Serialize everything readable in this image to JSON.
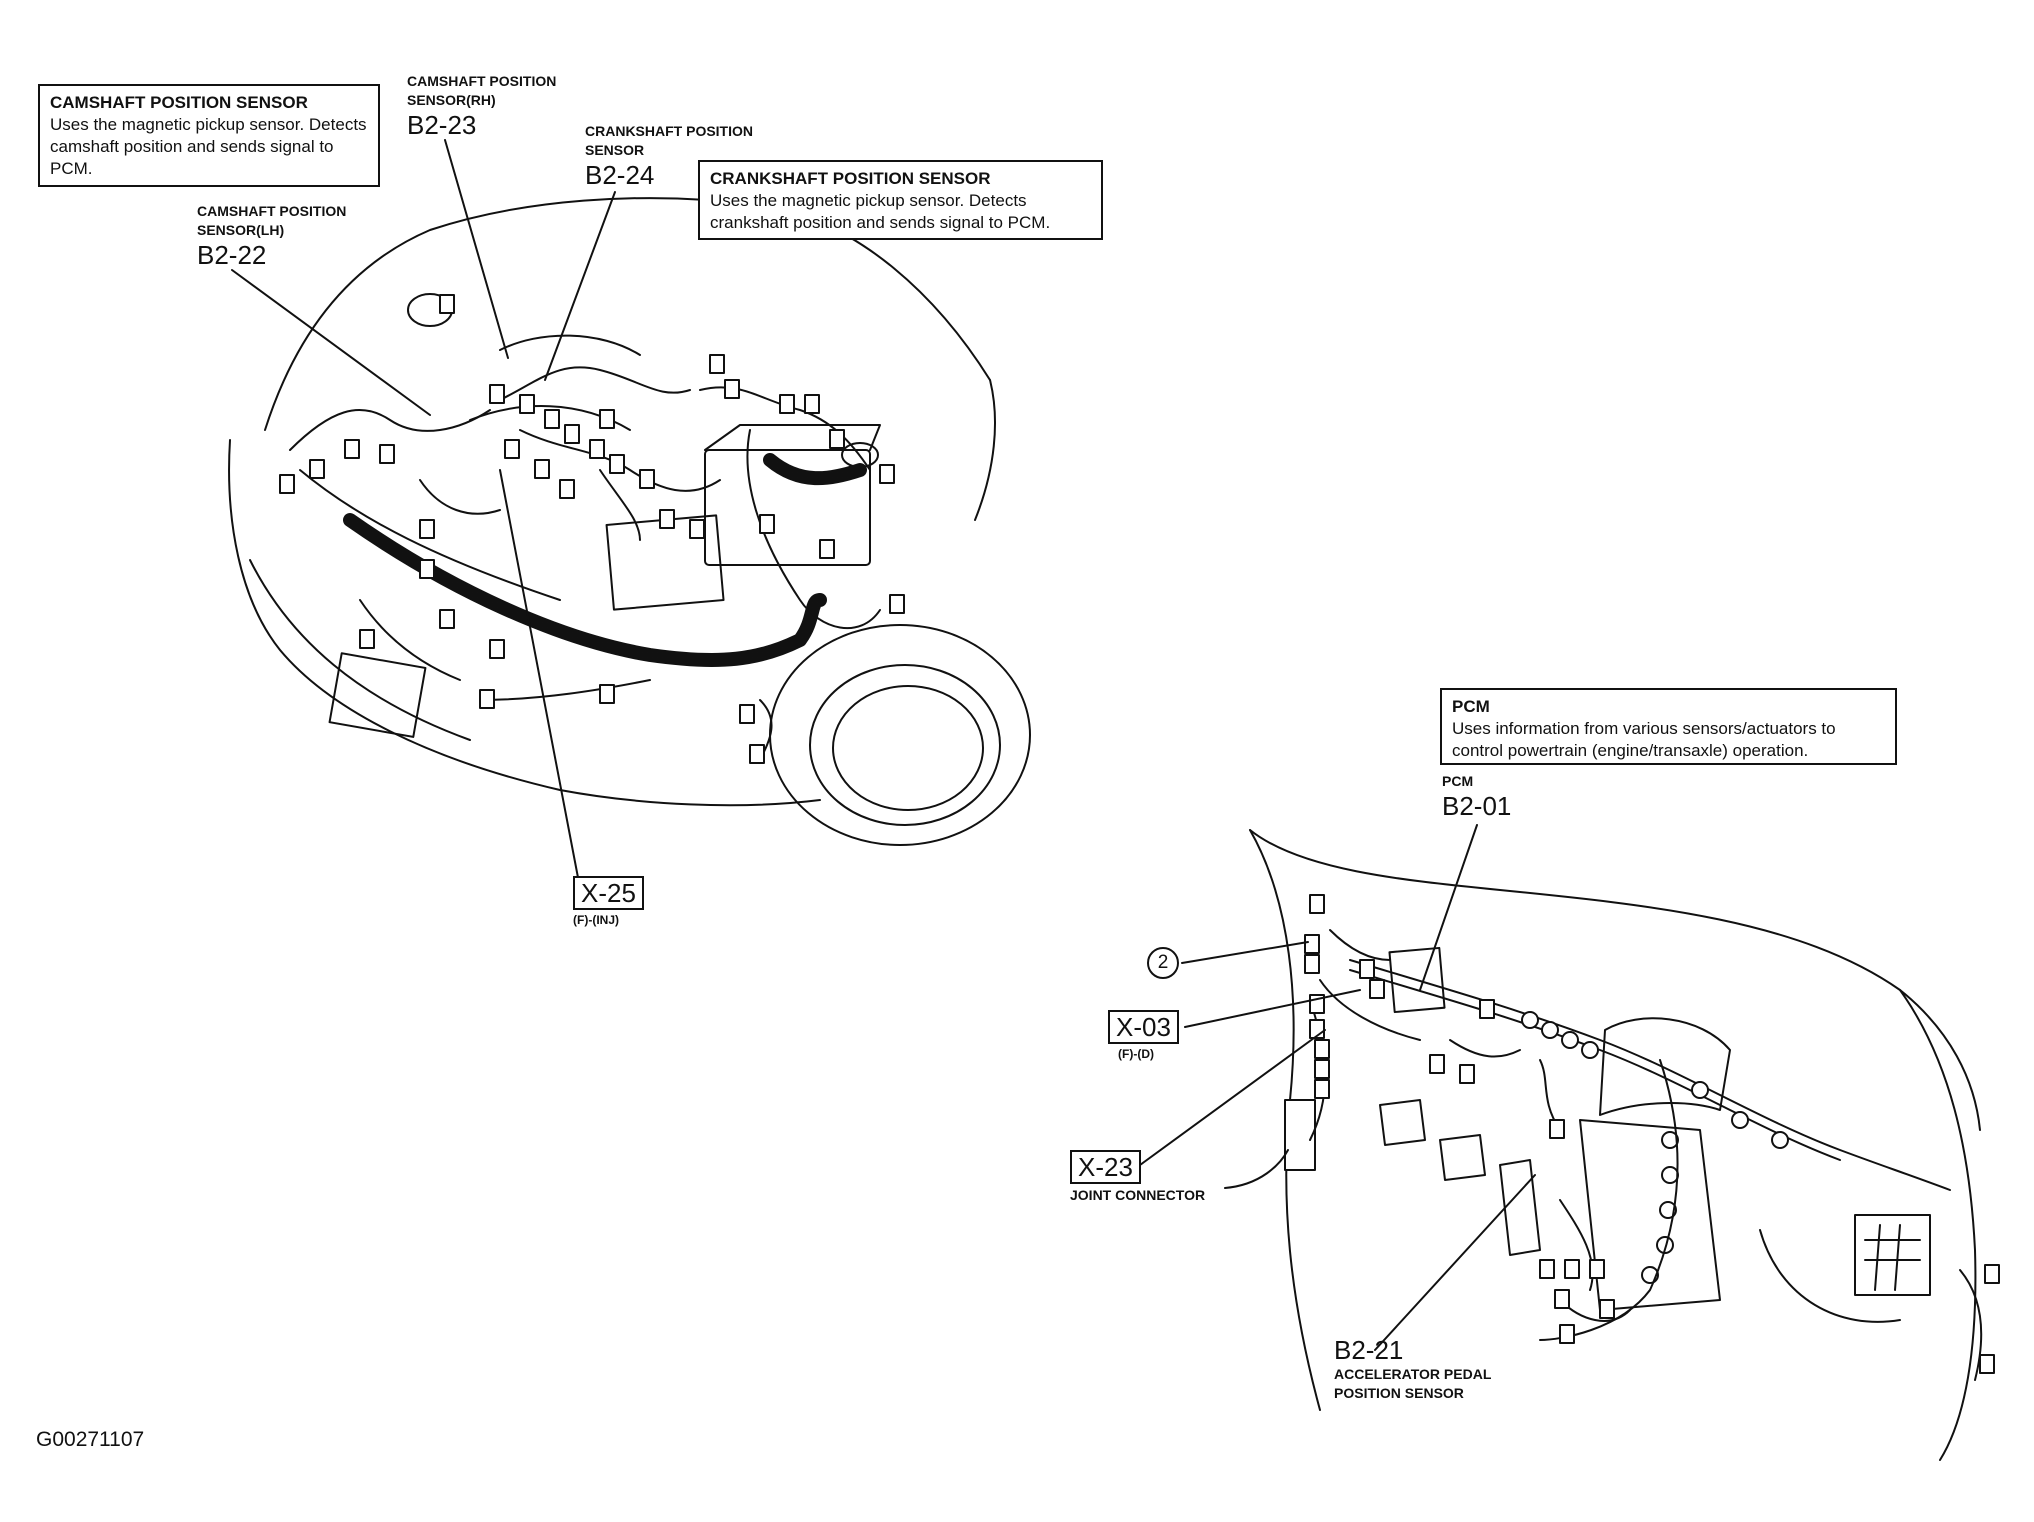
{
  "figure_id": "G00271107",
  "boxes": {
    "camshaft": {
      "title": "CAMSHAFT POSITION SENSOR",
      "text": "Uses the magnetic pickup sensor. Detects camshaft position and sends signal to PCM."
    },
    "crankshaft": {
      "title": "CRANKSHAFT POSITION SENSOR",
      "text": "Uses the magnetic pickup sensor. Detects crankshaft position and sends signal to PCM."
    },
    "pcm": {
      "title": "PCM",
      "text": "Uses information from various sensors/actuators to control powertrain (engine/transaxle) operation."
    }
  },
  "callouts": {
    "cmp_rh": {
      "name_line1": "CAMSHAFT POSITION",
      "name_line2": "SENSOR(RH)",
      "code": "B2-23"
    },
    "ckp": {
      "name_line1": "CRANKSHAFT POSITION",
      "name_line2": "SENSOR",
      "code": "B2-24"
    },
    "cmp_lh": {
      "name_line1": "CAMSHAFT POSITION",
      "name_line2": "SENSOR(LH)",
      "code": "B2-22"
    },
    "x25": {
      "code": "X-25",
      "sub": "(F)-(INJ)"
    },
    "pcm": {
      "name": "PCM",
      "code": "B2-01"
    },
    "circle2": {
      "text": "2"
    },
    "x03": {
      "code": "X-03",
      "sub": "(F)-(D)"
    },
    "x23": {
      "code": "X-23",
      "sub": "JOINT CONNECTOR"
    },
    "app": {
      "code": "B2-21",
      "name_line1": "ACCELERATOR PEDAL",
      "name_line2": "POSITION SENSOR"
    }
  }
}
